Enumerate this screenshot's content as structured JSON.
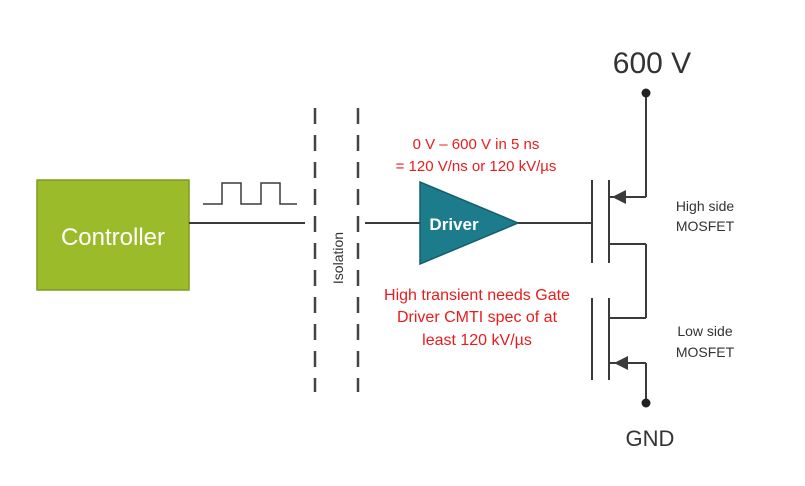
{
  "diagram": {
    "controller_label": "Controller",
    "driver_label": "Driver",
    "isolation_label": "Isolation",
    "supply_label": "600 V",
    "ground_label": "GND",
    "slew_line1": "0 V – 600 V in 5 ns",
    "slew_line2": "= 120 V/ns or 120 kV/µs",
    "cmti_line1": "High transient needs Gate",
    "cmti_line2": "Driver CMTI spec of at",
    "cmti_line3": "least 120 kV/µs",
    "high_side_line1": "High side",
    "high_side_line2": "MOSFET",
    "low_side_line1": "Low side",
    "low_side_line2": "MOSFET"
  },
  "colors": {
    "controller_fill": "#9bbb2a",
    "controller_stroke": "#7f9c22",
    "driver_fill": "#1c7c8c",
    "driver_stroke": "#145f6b",
    "annotation_red": "#e81c1c",
    "line": "#3a3a3a",
    "text_dark": "#333333"
  }
}
